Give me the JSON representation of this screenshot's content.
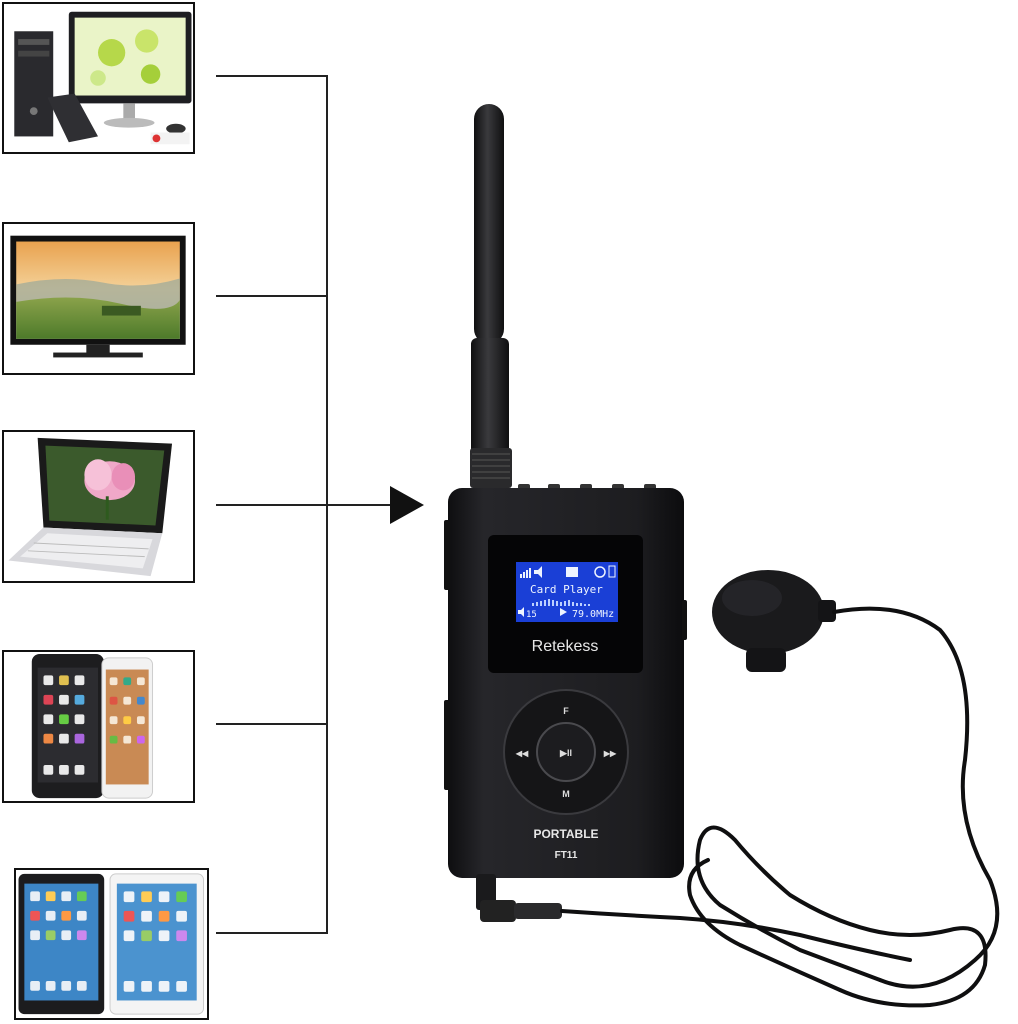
{
  "source_devices": [
    {
      "label": "desktop-computer"
    },
    {
      "label": "television"
    },
    {
      "label": "laptop"
    },
    {
      "label": "smartphones"
    },
    {
      "label": "tablets"
    }
  ],
  "transmitter": {
    "brand": "Retekess",
    "model_line": "PORTABLE",
    "model": "FT11",
    "screen": {
      "mode": "Card Player",
      "volume": "15",
      "frequency": "79.0MHz"
    },
    "buttons": {
      "forward": "F",
      "mode": "M",
      "play_pause": "▶II",
      "prev": "◀◀",
      "next": "▶▶"
    }
  },
  "colors": {
    "device_body": "#1c1c1e",
    "lcd_background": "#1a3fd6",
    "connector_line": "#222222"
  }
}
